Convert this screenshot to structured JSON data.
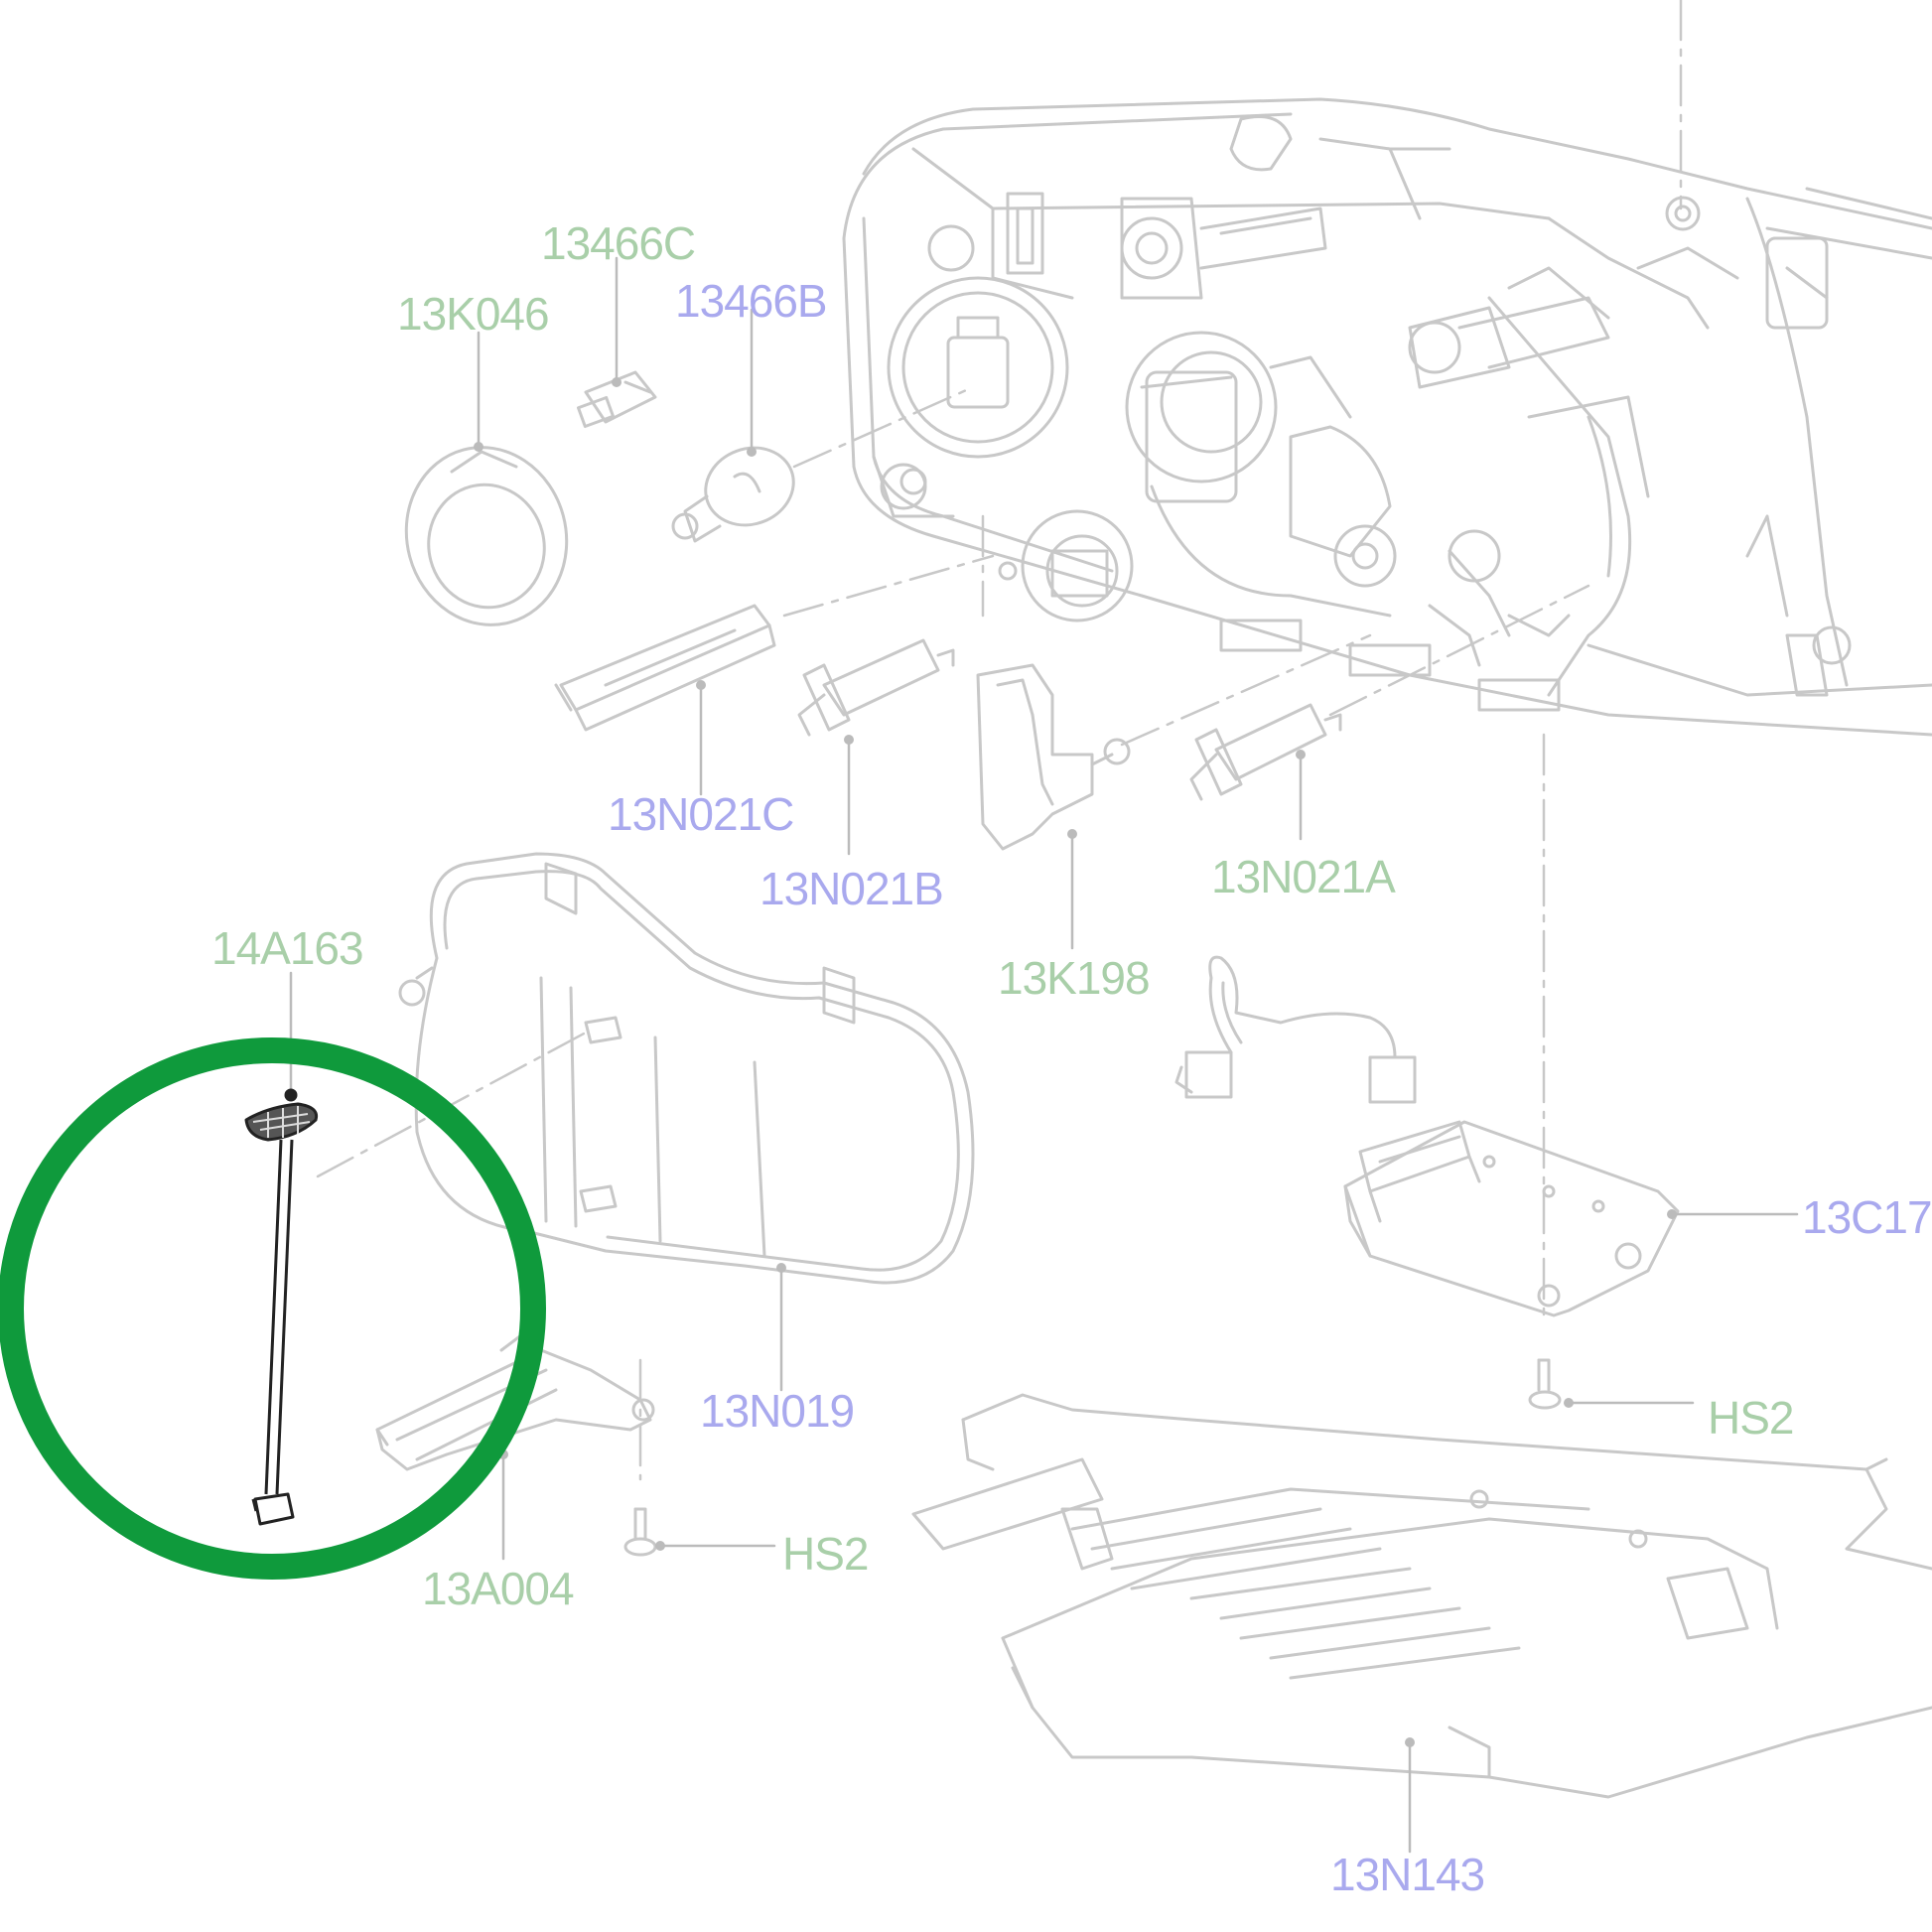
{
  "diagram": {
    "labels": {
      "l13466C": "13466C",
      "l13K046": "13K046",
      "l13466B": "13466B",
      "l13N021C": "13N021C",
      "l13N021B": "13N021B",
      "l13N021A": "13N021A",
      "l14A163": "14A163",
      "l13K198": "13K198",
      "l13C17": "13C17",
      "l13N019": "13N019",
      "lHS2a": "HS2",
      "lHS2b": "HS2",
      "l13A004": "13A004",
      "l13N143": "13N143"
    },
    "colors": {
      "label_green": "#a9cfa9",
      "label_blue": "#a9a9ee",
      "line_art": "#c8c8c8",
      "highlight_circle": "#0f9a3c",
      "highlighted_part": "#222222"
    },
    "highlighted_part": "14A163"
  }
}
